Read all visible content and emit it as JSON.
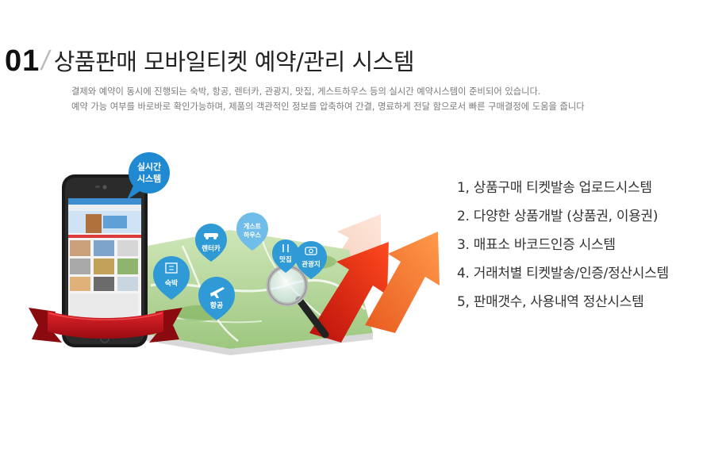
{
  "header": {
    "number": "01",
    "title": "상품판매 모바일티켓 예약/관리 시스템"
  },
  "description": {
    "line1": "결제와 예약이 동시에 진행되는 숙박, 항공, 렌터카, 관광지, 맛집, 게스트하우스 등의 실시간 예약시스템이 준비되어 있습니다.",
    "line2": "예약 가능 여부를 바로바로 확인가능하며, 제품의 객관적인 정보를 압축하여 간결, 명료하게 전달 함으로서 빠른 구매결정에 도움을 줍니다"
  },
  "features": [
    "1, 상품구매 티켓발송 업로드시스템",
    "2. 다양한 상품개발 (상품권, 이용권)",
    "3. 매표소 바코드인증 시스템",
    "4. 거래처별 티켓발송/인증/정산시스템",
    "5, 판매갯수, 사용내역 정산시스템"
  ],
  "illustration": {
    "realtime_badge_line1": "실시간",
    "realtime_badge_line2": "시스템",
    "pins": {
      "rentcar": "렌터카",
      "guesthouse_line1": "게스트",
      "guesthouse_line2": "하우스",
      "restaurant": "맛집",
      "tourist": "관광지",
      "lodging": "숙박",
      "airline": "항공"
    }
  },
  "colors": {
    "pin_blue": "#2f9ad6",
    "badge_blue": "#1f8ad2",
    "ribbon_red": "#c8121b",
    "arrow_red": "#e12a16",
    "arrow_orange": "#f0702a",
    "map_green": "#a9cf8c"
  }
}
